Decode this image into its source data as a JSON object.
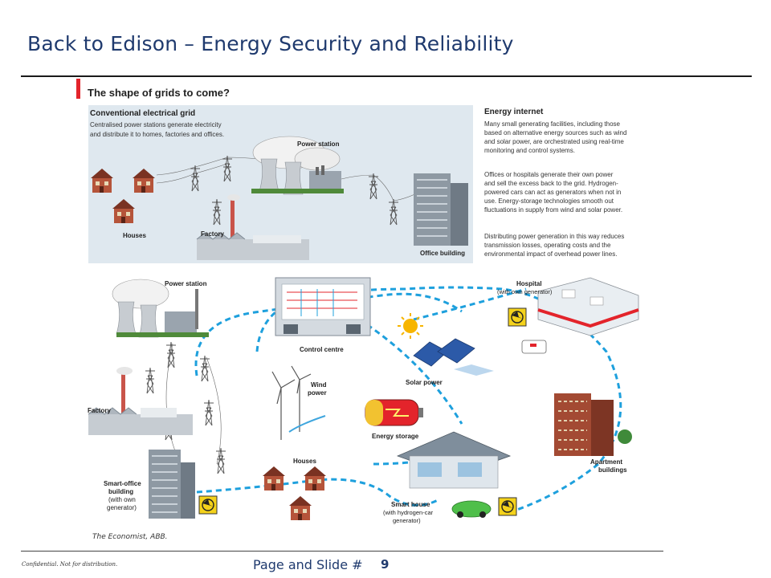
{
  "slide": {
    "title": "Back to Edison – Energy Security and Reliability",
    "source_note": "The Economist, ABB.",
    "confidential": "Confidential. Not for distribution.",
    "page_label": "Page and Slide #",
    "page_number": "9"
  },
  "figure": {
    "heading": "The shape of grids to come?",
    "conventional": {
      "title": "Conventional electrical grid",
      "desc": [
        "Centralised power stations generate electricity",
        "and  distribute it to homes, factories and offices."
      ],
      "labels": {
        "houses": "Houses",
        "power_station": "Power station",
        "factory": "Factory",
        "office": "Office building"
      }
    },
    "energy_internet": {
      "title": "Energy internet",
      "para1": [
        "Many small generating facilities, including those",
        "based on alternative energy sources such as wind",
        "and solar power, are orchestrated using real-time",
        "monitoring and control systems."
      ],
      "para2": [
        "Offices or hospitals generate their own power",
        "and sell the excess back to the grid. Hydrogen-",
        "powered cars can act as generators when not in",
        "use. Energy-storage technologies smooth out",
        "fluctuations in supply from wind and solar power."
      ],
      "para3": [
        "Distributing power generation in this way reduces",
        "transmission losses, operating costs and the",
        "environmental impact of overhead power lines."
      ]
    },
    "network": {
      "power_station": "Power station",
      "control_centre": "Control centre",
      "hospital": [
        "Hospital",
        "(with own generator)"
      ],
      "factory": "Factory",
      "wind": [
        "Wind",
        "power"
      ],
      "solar": "Solar power",
      "storage": "Energy storage",
      "houses": "Houses",
      "smart_office": [
        "Smart-office",
        "building",
        "(with own",
        "generator)"
      ],
      "apartment": [
        "Apartment",
        "buildings"
      ],
      "smart_house": [
        "Smart house",
        "(with hydrogen-car",
        "generator)"
      ]
    }
  },
  "colors": {
    "title_blue": "#1f3a6e",
    "accent_red": "#e3242b",
    "panel_bg": "#dfe8ef",
    "network_line": "#1ea0dd"
  }
}
